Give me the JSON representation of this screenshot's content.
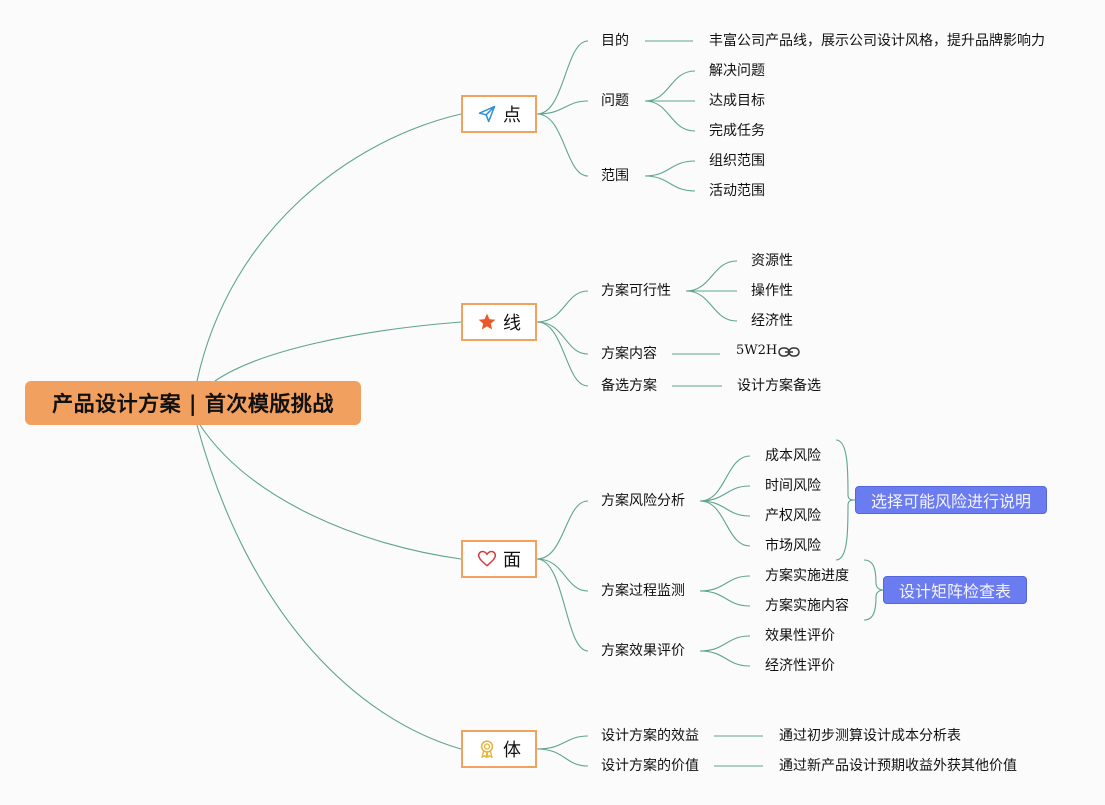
{
  "root": {
    "title": "产品设计方案 | 首次模版挑战"
  },
  "branches": {
    "dian": {
      "label": "点"
    },
    "xian": {
      "label": "线"
    },
    "mian": {
      "label": "面"
    },
    "ti": {
      "label": "体"
    }
  },
  "dian": {
    "mudi": {
      "label": "目的",
      "detail": "丰富公司产品线，展示公司设计风格，提升品牌影响力"
    },
    "wenti": {
      "label": "问题",
      "items": [
        "解决问题",
        "达成目标",
        "完成任务"
      ]
    },
    "fanwei": {
      "label": "范围",
      "items": [
        "组织范围",
        "活动范围"
      ]
    }
  },
  "xian": {
    "kexing": {
      "label": "方案可行性",
      "items": [
        "资源性",
        "操作性",
        "经济性"
      ]
    },
    "neirong": {
      "label": "方案内容",
      "detail": "5W2H"
    },
    "beixuan": {
      "label": "备选方案",
      "detail": "设计方案备选"
    }
  },
  "mian": {
    "fengxian": {
      "label": "方案风险分析",
      "items": [
        "成本风险",
        "时间风险",
        "产权风险",
        "市场风险"
      ]
    },
    "jiance": {
      "label": "方案过程监测",
      "items": [
        "方案实施进度",
        "方案实施内容"
      ]
    },
    "pingjia": {
      "label": "方案效果评价",
      "items": [
        "效果性评价",
        "经济性评价"
      ]
    },
    "callout1": "选择可能风险进行说明",
    "callout2": "设计矩阵检查表"
  },
  "ti": {
    "xiaoyi": {
      "label": "设计方案的效益",
      "detail": "通过初步测算设计成本分析表"
    },
    "jiazhi": {
      "label": "设计方案的价值",
      "detail": "通过新产品设计预期收益外获其他价值"
    }
  },
  "colors": {
    "root_fill": "#f2a060",
    "branch_border": "#f0a25e",
    "connector": "#5fa58c",
    "callout_fill": "#6b7cf0"
  },
  "icons": {
    "dian": "paper-plane-icon",
    "xian": "star-icon",
    "mian": "heart-icon",
    "ti": "award-ribbon-icon",
    "neirong": "link-icon"
  }
}
